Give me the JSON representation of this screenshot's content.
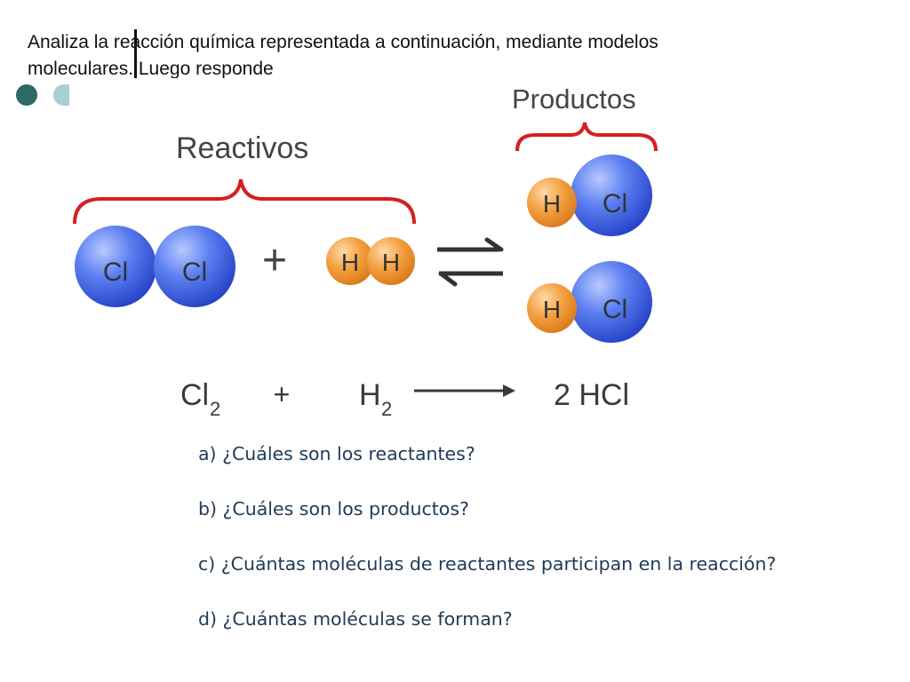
{
  "intro": {
    "text": "Analiza la reacción química representada a continuación, mediante modelos moleculares. Luego responde"
  },
  "colors": {
    "dot_dark": "#2e6a6a",
    "dot_light": "#a9cfd0",
    "brace_red": "#d42020",
    "chlorine_blue": "#3f66e8",
    "hydrogen_orange": "#f29a30",
    "question_text": "#1f3a56"
  },
  "diagram": {
    "reactants_header": "Reactivos",
    "products_header": "Productos",
    "reactant_molecules": [
      {
        "atoms": [
          "Cl",
          "Cl"
        ]
      },
      {
        "atoms": [
          "H",
          "H"
        ]
      }
    ],
    "plus_sign": "+",
    "product_molecules": [
      {
        "atoms": [
          "H",
          "Cl"
        ]
      },
      {
        "atoms": [
          "H",
          "Cl"
        ]
      }
    ],
    "equilibrium_arrow_icon": "equilibrium-arrows-icon",
    "equation": {
      "reactant_1": {
        "symbol": "Cl",
        "subscript": "2"
      },
      "plus": "+",
      "reactant_2": {
        "symbol": "H",
        "subscript": "2"
      },
      "arrow_icon": "right-arrow-icon",
      "product": "2 HCl"
    }
  },
  "questions": [
    "a)  ¿Cuáles son los reactantes?",
    "b) ¿Cuáles son los productos?",
    "c) ¿Cuántas moléculas de reactantes participan en la reacción?",
    "d) ¿Cuántas moléculas se forman?"
  ]
}
